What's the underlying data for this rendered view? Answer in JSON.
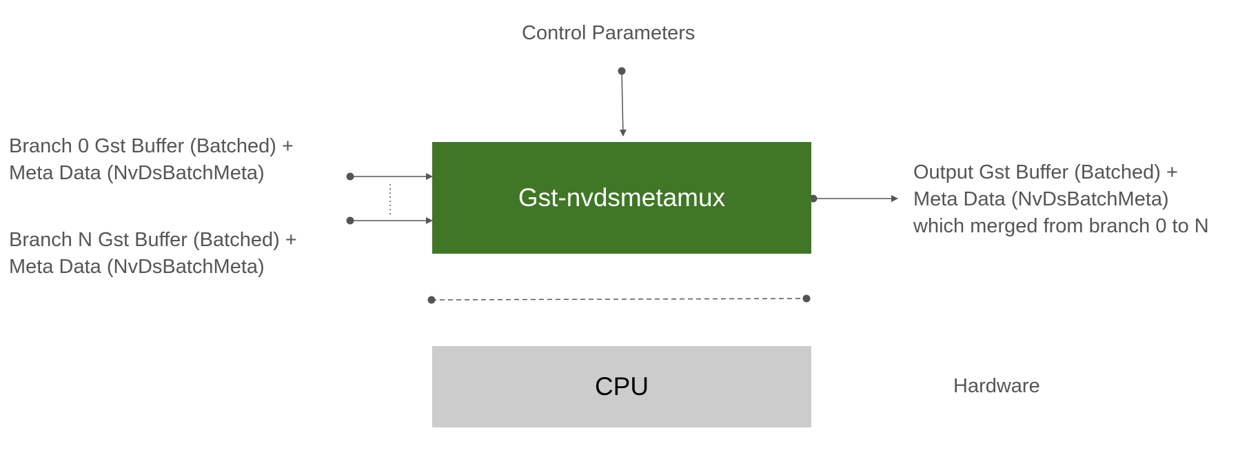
{
  "title": "Control Parameters",
  "inputs": [
    {
      "line1": "Branch 0 Gst Buffer (Batched) +",
      "line2": "Meta Data (NvDsBatchMeta)"
    },
    {
      "line1": "Branch N Gst Buffer (Batched) +",
      "line2": "Meta Data (NvDsBatchMeta)"
    }
  ],
  "plugin": {
    "label": "Gst-nvdsmetamux",
    "color": "#3f7726",
    "text_color": "#ffffff"
  },
  "output": {
    "line1": "Output Gst Buffer (Batched) +",
    "line2": "Meta Data (NvDsBatchMeta)",
    "line3": "which merged from branch 0 to N"
  },
  "hardware": {
    "label": "CPU",
    "color": "#cccccc",
    "text_color": "#000000"
  },
  "hardware_caption": "Hardware",
  "colors": {
    "text": "#555555",
    "connector": "#555555"
  }
}
